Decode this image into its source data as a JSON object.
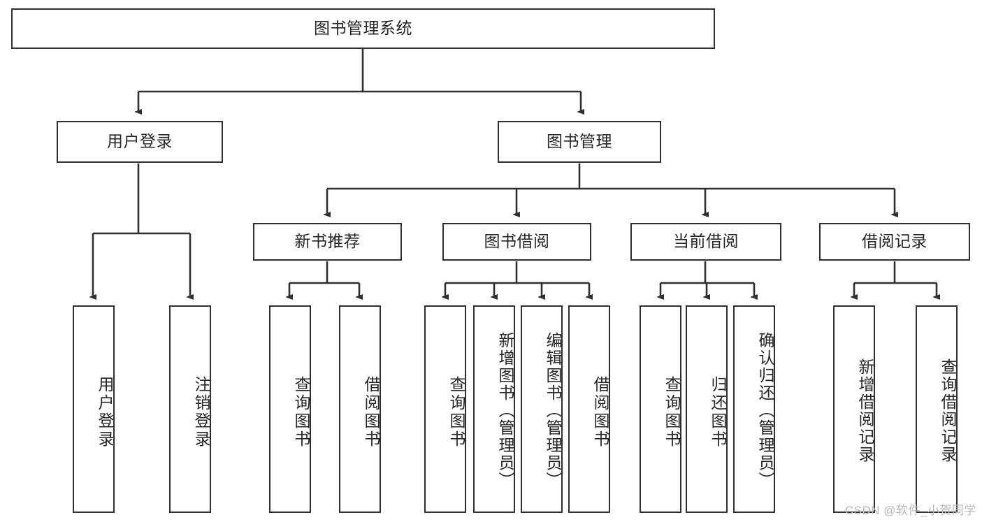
{
  "diagram": {
    "title": "图书管理系统",
    "type": "tree-hierarchy-diagram",
    "watermark": "CSDN @软件_小贺同学",
    "colors": {
      "background": "#ffffff",
      "border": "#2f2f2f",
      "text": "#262626",
      "connector": "#2f2f2f",
      "watermark": "#b9b9b9"
    }
  },
  "nodes": {
    "root": {
      "label": "图书管理系统"
    },
    "level1": [
      {
        "label": "用户登录"
      },
      {
        "label": "图书管理"
      }
    ],
    "level2": [
      {
        "label": "新书推荐"
      },
      {
        "label": "图书借阅"
      },
      {
        "label": "当前借阅"
      },
      {
        "label": "借阅记录"
      }
    ],
    "leaves": {
      "user_login": [
        {
          "label": "用户登录"
        },
        {
          "label": "注销登录"
        }
      ],
      "new_book_recommend": [
        {
          "label": "查询图书"
        },
        {
          "label": "借阅图书"
        }
      ],
      "book_borrow": [
        {
          "label": "查询图书"
        },
        {
          "label": "新增图书（管理员）"
        },
        {
          "label": "编辑图书（管理员）"
        },
        {
          "label": "借阅图书"
        }
      ],
      "current_borrow": [
        {
          "label": "查询图书"
        },
        {
          "label": "归还图书"
        },
        {
          "label": "确认归还（管理员）"
        }
      ],
      "borrow_record": [
        {
          "label": "新增借阅记录"
        },
        {
          "label": "查询借阅记录"
        }
      ]
    }
  }
}
